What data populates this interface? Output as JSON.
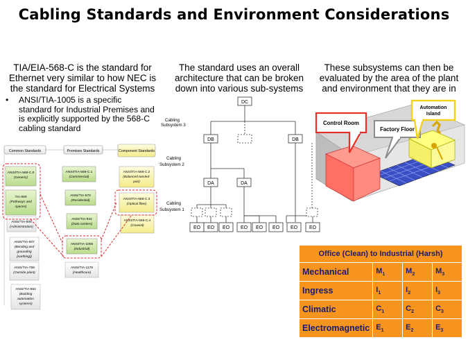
{
  "title": "Cabling Standards and Environment Considerations",
  "left_heading": "TIA/EIA-568-C is the standard for Ethernet very similar to how NEC is the standard for Electrical Systems",
  "left_bullet": "ANSI/TIA-1005 is a specific standard for Industrial Premises and is explicitly supported by the 568-C cabling standard",
  "mid_heading": "The standard uses an overall architecture that can be broken down into various sub-systems",
  "right_heading": "These subsystems can then be evaluated by the area of the plant and environment that they are in",
  "standards_diagram": {
    "col_headers": [
      "Common Standards",
      "Premises Standards",
      "Component Standards"
    ],
    "common": [
      {
        "l1": "ANSI/TIA-568-C.0",
        "l2": "(Generic)"
      },
      {
        "l1": "TIA-569",
        "l2": "(Pathways and",
        "l3": "spaces)"
      },
      {
        "l1": "ANSI/TIA-606",
        "l2": "(Administration)"
      },
      {
        "l1": "ANSI/TIA-607",
        "l2": "(Bonding and",
        "l3": "grounding",
        "l4": "[earthing])"
      },
      {
        "l1": "ANSI/TIA-758",
        "l2": "(Outside plant)"
      },
      {
        "l1": "ANSI/TIA-862",
        "l2": "(Building",
        "l3": "automation",
        "l4": "systems)"
      }
    ],
    "premises": [
      {
        "l1": "ANSI/TIA-568-C.1",
        "l2": "(Commercial)"
      },
      {
        "l1": "ANSI/TIA-570",
        "l2": "(Residential)"
      },
      {
        "l1": "ANSI/TIA-942",
        "l2": "(Data centers)"
      },
      {
        "l1": "ANSI/TIA-1005",
        "l2": "(Industrial)"
      },
      {
        "l1": "ANSI/TIA-1179",
        "l2": "(Healthcare)"
      }
    ],
    "component": [
      {
        "l1": "ANSI/TIA-568-C.2",
        "l2": "(Balanced twisted-",
        "l3": "pair)"
      },
      {
        "l1": "ANSI/TIA-568-C.3",
        "l2": "(Optical fiber)"
      },
      {
        "l1": "ANSI/TIA-568-C.4",
        "l2": "(Coaxial)"
      }
    ]
  },
  "architecture": {
    "sub3": [
      "Cabling",
      "Subsystem 3"
    ],
    "sub2": [
      "Cabling",
      "Subsystem 2"
    ],
    "sub1": [
      "Cabling",
      "Subsystem 1"
    ],
    "dc": "DC",
    "db": "DB",
    "da": "DA",
    "eo": "EO"
  },
  "plant": {
    "control_room": "Control Room",
    "factory_floor": "Factory Floor",
    "automation_island_l1": "Automation",
    "automation_island_l2": "Island"
  },
  "mice_table": {
    "header": "Office (Clean)  to Industrial  (Harsh)",
    "rows": [
      {
        "label": "Mechanical",
        "letter": "M"
      },
      {
        "label": "Ingress",
        "letter": "I"
      },
      {
        "label": "Climatic",
        "letter": "C"
      },
      {
        "label": "Electromagnetic",
        "letter": "E"
      }
    ],
    "levels": [
      "1",
      "2",
      "3"
    ],
    "colors": {
      "fill": "#f7941d",
      "text": "#1a1a6e"
    }
  }
}
